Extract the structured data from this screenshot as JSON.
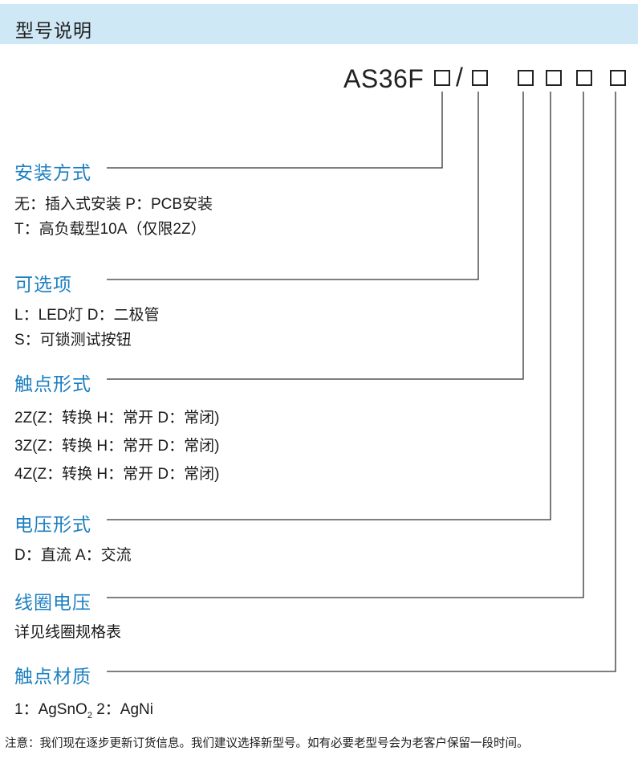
{
  "header": {
    "title": "型号说明"
  },
  "model": {
    "prefix": "AS36F",
    "slash": "/"
  },
  "sections": [
    {
      "title": "安装方式",
      "lines": [
        "无：插入式安装 P：PCB安装",
        "T：高负载型10A（仅限2Z）"
      ]
    },
    {
      "title": "可选项",
      "lines": [
        "L：LED灯 D：二极管",
        "S：可锁测试按钮"
      ]
    },
    {
      "title": "触点形式",
      "lines": [
        "2Z(Z：转换 H：常开 D：常闭)",
        "3Z(Z：转换 H：常开 D：常闭)",
        "4Z(Z：转换 H：常开 D：常闭)"
      ]
    },
    {
      "title": "电压形式",
      "lines": [
        "D：直流 A：交流"
      ]
    },
    {
      "title": "线圈电压",
      "lines": [
        "详见线圈规格表"
      ]
    },
    {
      "title": "触点材质",
      "lines": [
        "1：AgSnO",
        "2",
        " 2：AgNi"
      ]
    }
  ],
  "note": "注意：我们现在逐步更新订货信息。我们建议选择新型号。如有必要老型号会为老客户保留一段时间。"
}
